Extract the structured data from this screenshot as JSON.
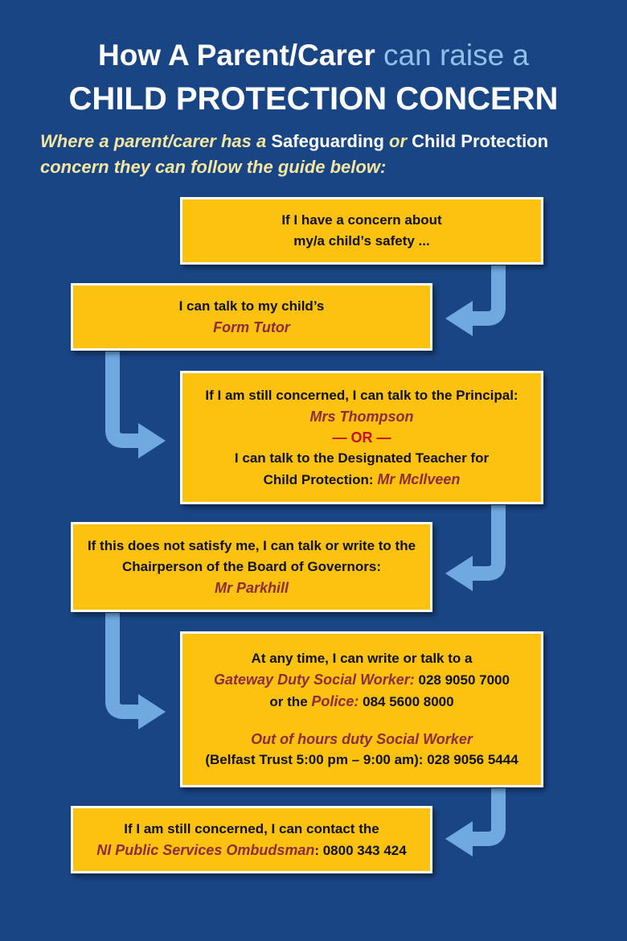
{
  "title": {
    "line1_bold": "How A Parent/Carer",
    "line1_light": "can raise a",
    "line2": "CHILD PROTECTION CONCERN"
  },
  "intro": {
    "part1": "Where a parent/carer has a ",
    "safeguarding": "Safeguarding",
    "or": " or ",
    "child_protection": "Child Protection",
    "line2": "concern they can follow the guide below:"
  },
  "steps": [
    {
      "line1": "If I have a concern about",
      "line2": "my/a child’s safety ..."
    },
    {
      "line1": "I can talk to my child’s",
      "name": "Form Tutor"
    },
    {
      "line1": "If I am still concerned, I can talk to the Principal:",
      "name1": "Mrs Thompson",
      "or": "— OR —",
      "line2": "I can talk to the Designated Teacher for",
      "line3": "Child Protection: ",
      "name2": "Mr McIlveen"
    },
    {
      "line1": "If this does not satisfy me, I can talk or write to the",
      "line2": "Chairperson of the Board of Governors:",
      "name": "Mr Parkhill"
    },
    {
      "line1": "At any time, I can write or talk to a",
      "gateway_name": "Gateway Duty Social Worker:",
      "gateway_phone": " 028 9050 7000",
      "police_prefix": "or the ",
      "police_name": "Police:",
      "police_phone": " 084 5600 8000",
      "ooh_name": "Out of hours duty Social Worker",
      "ooh_detail": "(Belfast Trust 5:00 pm – 9:00 am): 028 9056 5444"
    },
    {
      "line1": "If I am still concerned, I can contact the",
      "name": "NI Public Services Ombudsman",
      "phone": ": 0800 343 424"
    }
  ],
  "colors": {
    "background": "#1a4585",
    "box": "#fdc10f",
    "arrow": "#6fa9e0",
    "name": "#8e2c3a",
    "or": "#c8101e"
  }
}
